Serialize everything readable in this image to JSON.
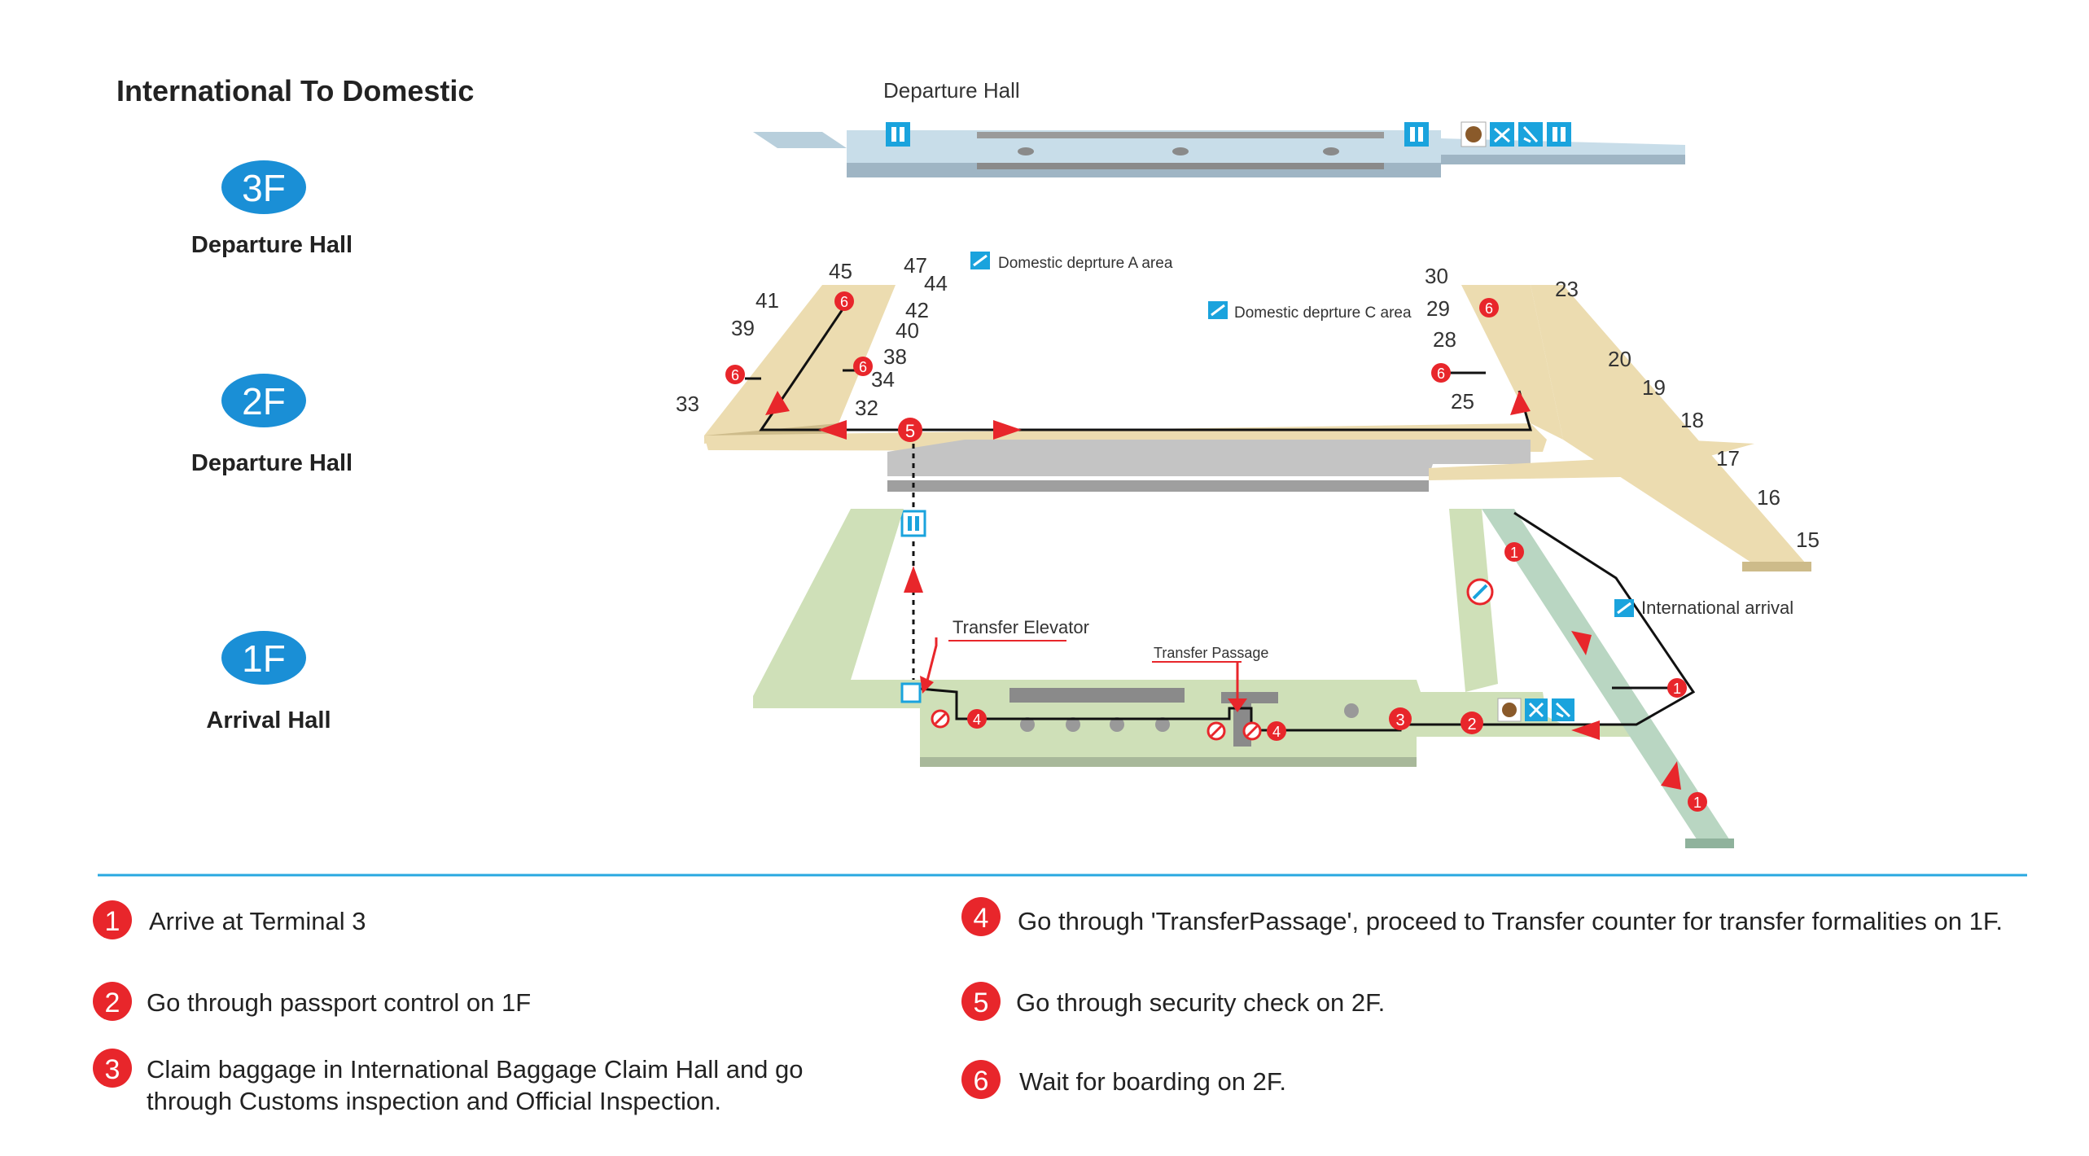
{
  "title": "International To Domestic",
  "floors": [
    {
      "badge": "3F",
      "name": "Departure Hall"
    },
    {
      "badge": "2F",
      "name": "Departure Hall"
    },
    {
      "badge": "1F",
      "name": "Arrival Hall"
    }
  ],
  "map_labels": {
    "departure_hall_3f": "Departure  Hall",
    "domestic_a": "Domestic deprture A area",
    "domestic_c": "Domestic deprture C area",
    "international_arrival": "International arrival",
    "transfer_elevator": "Transfer Elevator",
    "transfer_passage": "Transfer Passage"
  },
  "gates_a": [
    "47",
    "44",
    "45",
    "42",
    "41",
    "40",
    "39",
    "38",
    "34",
    "33",
    "32"
  ],
  "gates_c": [
    "30",
    "23",
    "29",
    "28",
    "25",
    "20",
    "19",
    "18",
    "17",
    "16",
    "15"
  ],
  "steps": [
    {
      "num": "1",
      "text": "Arrive at Terminal 3"
    },
    {
      "num": "2",
      "text": "Go through passport control on 1F"
    },
    {
      "num": "3",
      "text": "Claim baggage in International Baggage  Claim Hall and go",
      "text2": "through Customs inspection and Official Inspection."
    },
    {
      "num": "4",
      "text": "Go through 'TransferPassage', proceed to Transfer counter for transfer formalities on 1F."
    },
    {
      "num": "5",
      "text": "Go through security check on 2F."
    },
    {
      "num": "6",
      "text": "Wait for boarding on 2F."
    }
  ],
  "colors": {
    "badge_blue": "#1a8fd6",
    "route_red": "#e8262b",
    "divider_blue": "#29a8e0",
    "floor3": "#c6dbe8",
    "floor2": "#ecdcb0",
    "floor1": "#cfe0b8",
    "intl_corridor": "#b9d6c2",
    "icon_blue": "#1aa3dd"
  },
  "icons": [
    "elevator-icon",
    "plane-icon",
    "restaurant-icon",
    "shop-icon",
    "restroom-icon",
    "no-entry-icon"
  ]
}
